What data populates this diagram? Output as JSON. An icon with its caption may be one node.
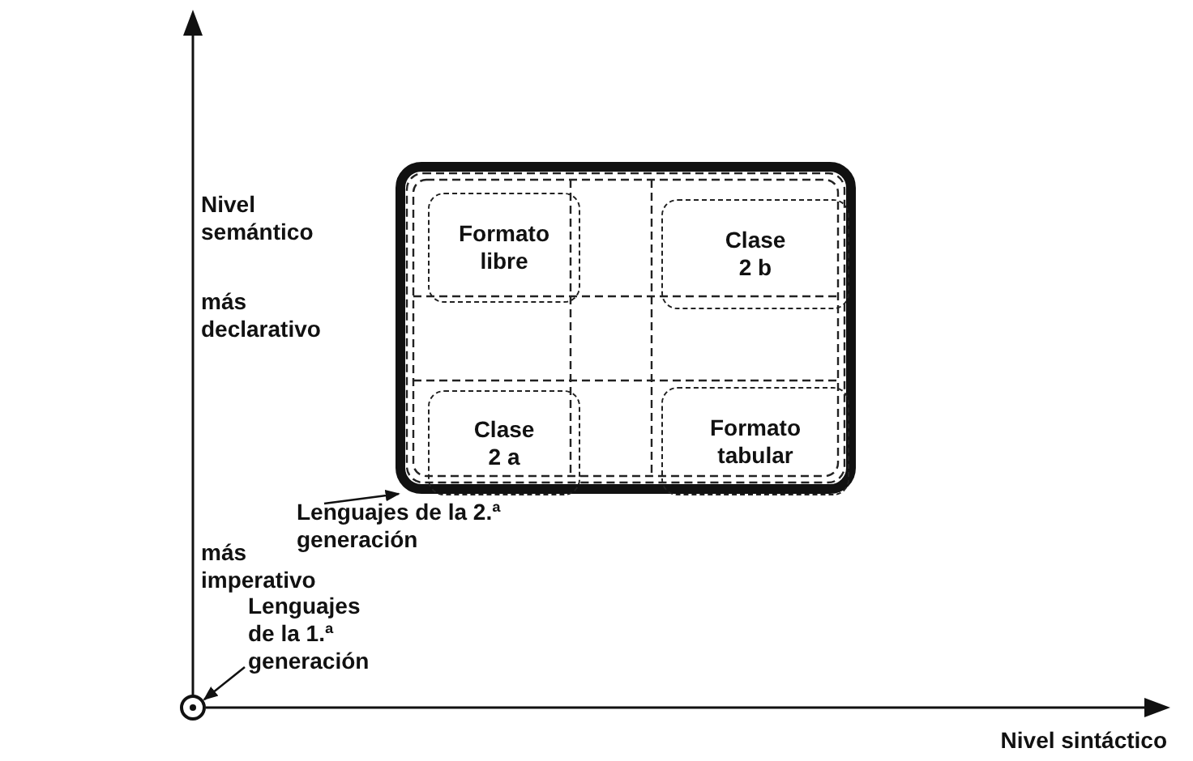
{
  "diagram": {
    "nodes": [
      {
        "text": [],
        "shape": "box"
      },
      {
        "text": [
          "Formato libre"
        ],
        "in": 0
      },
      {
        "text": [
          "Clase 2 b"
        ],
        "in": 0
      },
      {
        "text": [
          "Clase 2 a"
        ],
        "in": 0
      },
      {
        "text": [
          "Formato tabular"
        ],
        "in": 0
      },
      {
        "text": [
          "Lenguajes de la 2.ª generación"
        ]
      },
      {
        "text": [
          "Lenguajes de la 1.ª generación"
        ]
      },
      {
        "text": [],
        "shape": "circle"
      }
    ],
    "edges": [
      {
        "from": 5,
        "to": 0,
        "arrow": "to"
      },
      {
        "from": 6,
        "to": 7,
        "arrow": "to"
      }
    ],
    "labels": [
      "Nivel semántico",
      "más declarativo",
      "más imperativo",
      "Nivel sintáctico"
    ]
  }
}
